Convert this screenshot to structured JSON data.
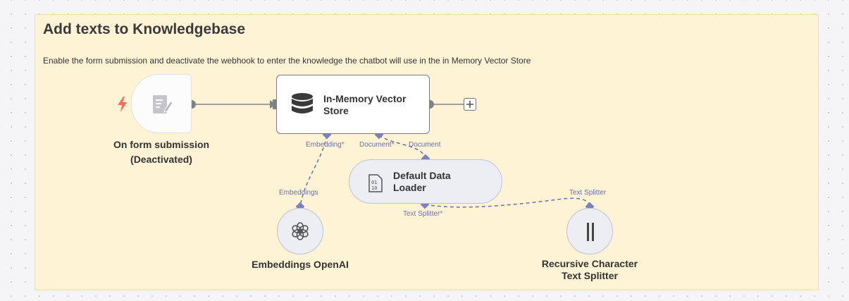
{
  "sticky_note": {
    "title": "Add texts to Knowledgebase",
    "description": "Enable the form submission and deactivate the webhook to enter the knowledge the chatbot will use in the in Memory Vector Store",
    "color": "#fff3d6"
  },
  "nodes": {
    "form_trigger": {
      "caption_line1": "On form submission",
      "caption_line2": "(Deactivated)",
      "icon": "form-edit-icon",
      "trigger_icon": "lightning-bolt-icon"
    },
    "vector_store": {
      "label_line1": "In-Memory Vector",
      "label_line2": "Store",
      "icon": "database-icon",
      "ports": {
        "embedding": "Embedding",
        "document": "Document"
      }
    },
    "data_loader": {
      "label_line1": "Default Data",
      "label_line2": "Loader",
      "icon": "binary-file-icon",
      "ports": {
        "document": "Document",
        "text_splitter": "Text Splitter"
      }
    },
    "embeddings": {
      "caption": "Embeddings OpenAI",
      "icon": "openai-icon",
      "port": "Embeddings"
    },
    "text_splitter": {
      "caption_line1": "Recursive Character",
      "caption_line2": "Text Splitter",
      "icon": "splitter-bars-icon",
      "port": "Text Splitter"
    }
  },
  "required_marker": "*",
  "colors": {
    "port": "#7b7fc4",
    "edge": "#808088",
    "dashed_edge": "#6a6fab",
    "trigger_bolt": "#ff6d5a"
  }
}
